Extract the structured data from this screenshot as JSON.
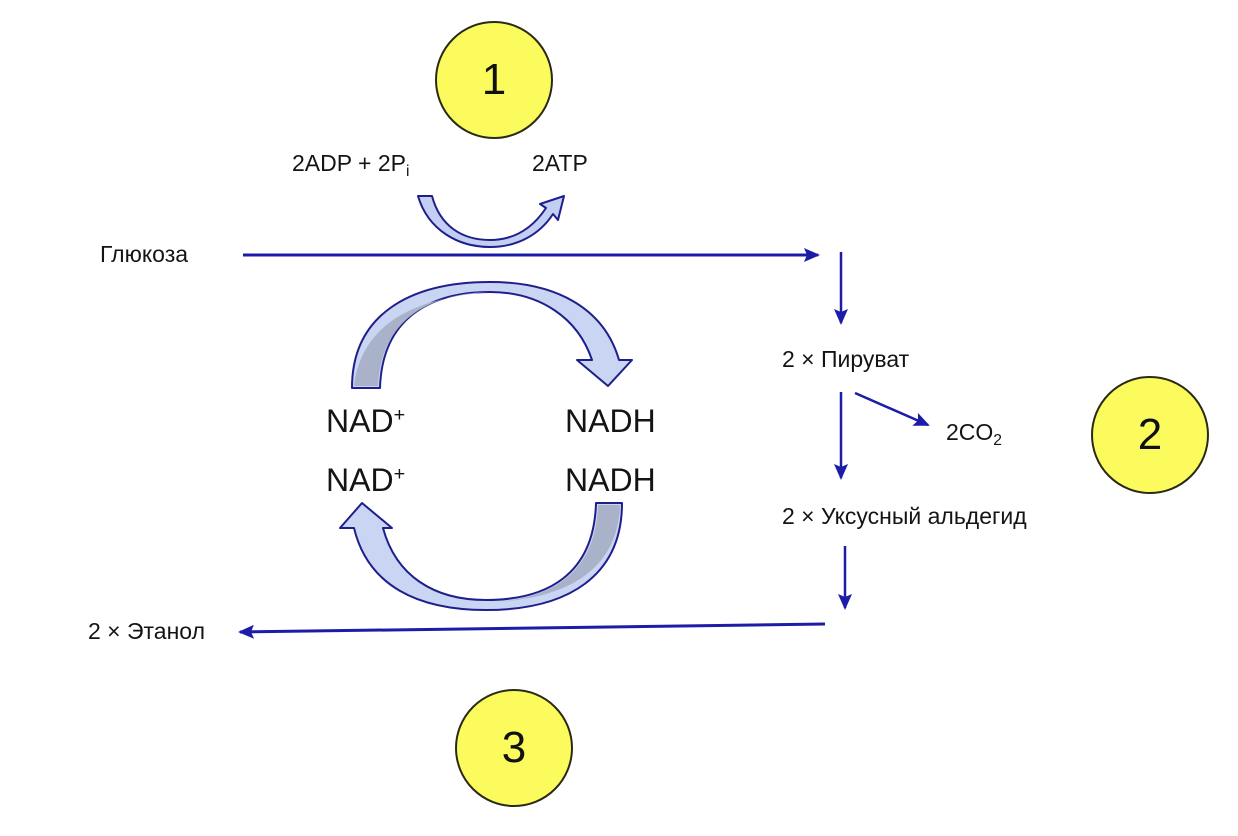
{
  "title": "Спиртовое брожение",
  "colors": {
    "arrow_line": "#1c1ca8",
    "curved_arrow_fill_light": "#c9d5f2",
    "curved_arrow_fill_dark": "#a9b2c8",
    "curved_arrow_stroke": "#1f1f8c",
    "badge_fill": "#fbfb5e",
    "badge_stroke": "#2a2a14",
    "text": "#141414"
  },
  "badges": [
    {
      "id": "stage-1",
      "label": "1"
    },
    {
      "id": "stage-2",
      "label": "2"
    },
    {
      "id": "stage-3",
      "label": "3"
    }
  ],
  "labels": {
    "adp": {
      "main": "2ADP + 2P",
      "sub": "i"
    },
    "atp": "2ATP",
    "glucose": "Глюкоза",
    "pyruvate": "2 × Пируват",
    "co2": {
      "main": "2CO",
      "sub": "2"
    },
    "acetaldehyde": "2 × Уксусный альдегид",
    "ethanol": "2 × Этанол",
    "nad_top": {
      "main": "NAD",
      "sup": "+"
    },
    "nadh_top": "NADH",
    "nad_bottom": {
      "main": "NAD",
      "sup": "+"
    },
    "nadh_bottom": "NADH"
  },
  "flow": [
    {
      "from": "Глюкоза",
      "to": "2 × Пируват",
      "cofactor_in": "2ADP + 2Pi",
      "cofactor_out": "2ATP",
      "redox": "NAD+ → NADH"
    },
    {
      "from": "2 × Пируват",
      "to": "2 × Уксусный альдегид",
      "byproduct": "2CO2"
    },
    {
      "from": "2 × Уксусный альдегид",
      "to": "2 × Этанол",
      "redox": "NADH → NAD+"
    }
  ]
}
